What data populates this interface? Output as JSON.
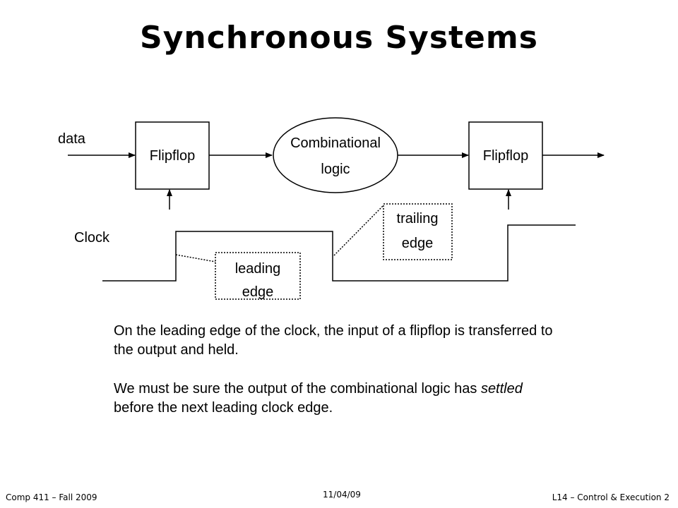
{
  "slide": {
    "title": "Synchronous Systems"
  },
  "diagram": {
    "data_label": "data",
    "flipflop_left_label": "Flipflop",
    "logic_line1": "Combinational",
    "logic_line2": "logic",
    "flipflop_right_label": "Flipflop",
    "clock_label": "Clock",
    "leading_edge_line1": "leading",
    "leading_edge_line2": "edge",
    "trailing_edge_line1": "trailing",
    "trailing_edge_line2": "edge"
  },
  "body": {
    "para1": "On the leading edge of the clock, the input of a flipflop is transferred to the output and held.",
    "para2_before": "We must be sure the output of the combinational logic has ",
    "para2_emphasis": "settled",
    "para2_after": " before the next leading clock edge."
  },
  "footer": {
    "left": "Comp 411 – Fall 2009",
    "center": "11/04/09",
    "right": "L14 – Control & Execution  2"
  }
}
